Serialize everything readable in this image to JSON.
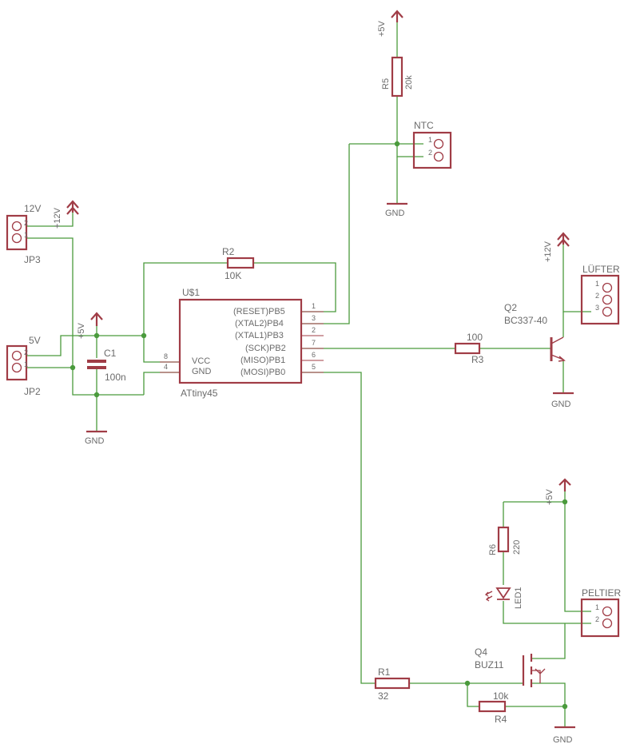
{
  "supplies": {
    "plus5v": "+5V",
    "plus12v": "+12V",
    "gnd": "GND"
  },
  "connectors": {
    "jp3": {
      "name": "JP3",
      "value": "12V",
      "pin1": "1",
      "pin2": "2"
    },
    "jp2": {
      "name": "JP2",
      "value": "5V",
      "pin1": "1",
      "pin2": "2"
    },
    "ntc": {
      "name": "NTC",
      "pin1": "1",
      "pin2": "2"
    },
    "luefter": {
      "name": "LÜFTER",
      "pin1": "1",
      "pin2": "2",
      "pin3": "3"
    },
    "peltier": {
      "name": "PELTIER",
      "pin1": "1",
      "pin2": "2"
    }
  },
  "mcu": {
    "name": "U$1",
    "value": "ATtiny45",
    "vcc": "VCC",
    "gnd": "GND",
    "vcc_pin": "8",
    "gnd_pin": "4",
    "pins": [
      {
        "label": "(RESET)PB5",
        "num": "1"
      },
      {
        "label": "(XTAL2)PB4",
        "num": "3"
      },
      {
        "label": "(XTAL1)PB3",
        "num": "2"
      },
      {
        "label": "(SCK)PB2",
        "num": "7"
      },
      {
        "label": "(MISO)PB1",
        "num": "6"
      },
      {
        "label": "(MOSI)PB0",
        "num": "5"
      }
    ]
  },
  "parts": {
    "r1": {
      "name": "R1",
      "value": "32"
    },
    "r2": {
      "name": "R2",
      "value": "10K"
    },
    "r3": {
      "name": "R3",
      "value": "100"
    },
    "r4": {
      "name": "R4",
      "value": "10k"
    },
    "r5": {
      "name": "R5",
      "value": "20k"
    },
    "r6": {
      "name": "R6",
      "value": "220"
    },
    "c1": {
      "name": "C1",
      "value": "100n"
    },
    "led1": {
      "name": "LED1"
    },
    "q2": {
      "name": "Q2",
      "value": "BC337-40"
    },
    "q4": {
      "name": "Q4",
      "value": "BUZ11"
    }
  }
}
